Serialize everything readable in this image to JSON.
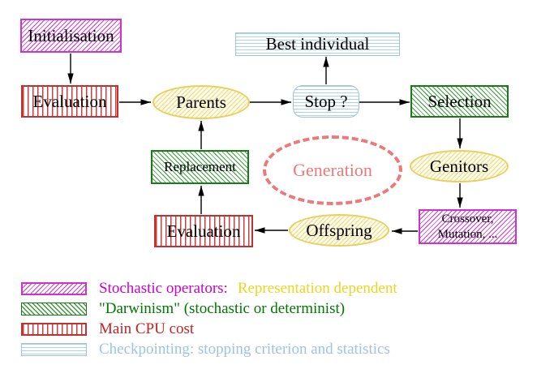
{
  "nodes": {
    "initialisation": "Initialisation",
    "evaluation_top": "Evaluation",
    "parents": "Parents",
    "best_individual": "Best individual",
    "stop": "Stop ?",
    "selection": "Selection",
    "genitors": "Genitors",
    "crossover_line1": "Crossover,",
    "crossover_line2": "Mutation, ...",
    "offspring": "Offspring",
    "evaluation_bottom": "Evaluation",
    "replacement": "Replacement",
    "generation": "Generation"
  },
  "legend": {
    "stochastic": {
      "label": "Stochastic operators:",
      "label2": "Representation dependent"
    },
    "darwinism": {
      "label": "\"Darwinism\" (stochastic or determinist)"
    },
    "cpu": {
      "label": "Main CPU cost"
    },
    "checkpointing": {
      "label": "Checkpointing: stopping criterion and statistics"
    }
  },
  "colors": {
    "magenta": "#CC33CC",
    "magenta_text": "#CC00CC",
    "yellow_text": "#EDD520",
    "green": "#1A7A1A",
    "green_text": "#007700",
    "red": "#BE3232",
    "red_text": "#C52222",
    "cyan": "#9CC6D8",
    "cyan_text": "#9CC4E4",
    "yellow_ellipse_border": "#E8D060",
    "salmon": "#EC7878",
    "arrow": "#000000"
  }
}
